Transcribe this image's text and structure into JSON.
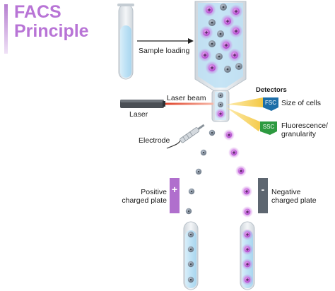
{
  "title_line1": "FACS",
  "title_line2": "Principle",
  "labels": {
    "sample_loading": "Sample loading",
    "laser_beam": "Laser beam",
    "laser": "Laser",
    "detectors": "Detectors",
    "fsc_badge": "FSC",
    "fsc_text": "Size of cells",
    "ssc_badge": "SSC",
    "ssc_text_line1": "Fluorescence/",
    "ssc_text_line2": "granularity",
    "electrode": "Electrode",
    "positive_line1": "Positive",
    "positive_line2": "charged plate",
    "positive_sign": "+",
    "negative_line1": "Negative",
    "negative_line2": "charged plate",
    "negative_sign": "-"
  },
  "colors": {
    "title": "#b874d6",
    "positive_plate": "#b06fcd",
    "negative_plate": "#5d6670",
    "laser_beam": "#e0452c",
    "detector_beam": "#f2c230",
    "fsc_badge": "#1d6ea8",
    "ssc_badge": "#2d9a40",
    "tube_liquid": "#bde1f5",
    "cell_positive": "#c054d6",
    "cell_negative": "#7e8a98"
  },
  "icons": {
    "positive_cell": "plus-sign",
    "negative_cell": "minus-dot"
  }
}
